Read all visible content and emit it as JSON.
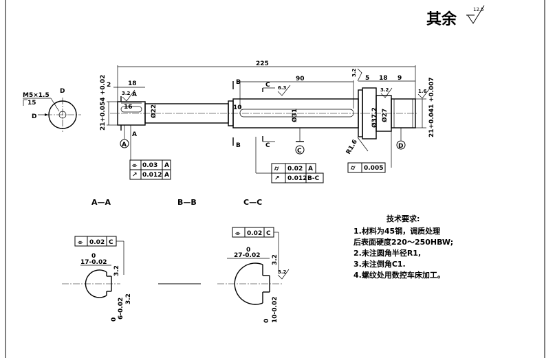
{
  "surface_finish": {
    "label": "其余",
    "value": "12.5"
  },
  "thread": {
    "spec": "M5×1.5",
    "depth": "15",
    "view_label": "D"
  },
  "dims": {
    "total_length": "225",
    "d2": "2",
    "d18": "18",
    "d16": "16",
    "d22": "Ø22",
    "d90": "90",
    "d10": "10",
    "d31": "Ø31",
    "d5": "5",
    "d18b": "18",
    "d9": "9",
    "d37": "Ø37.2",
    "d27": "Ø27",
    "r16": "R1.6",
    "d21_left": "21+0.054 +0.02",
    "d21_right": "21+0.041 +0.007",
    "rough_16": "1.6",
    "rough_32": "3.2",
    "rough_63": "6.3"
  },
  "datums": {
    "a": "A",
    "c": "C",
    "d": "D",
    "b": "B"
  },
  "gdt": {
    "left": [
      {
        "sym": "⌯",
        "val": "0.03",
        "ref": "A"
      },
      {
        "sym": "↗",
        "val": "0.012",
        "ref": "A"
      }
    ],
    "mid": [
      {
        "sym": "⌭",
        "val": "0.02",
        "ref": "A"
      },
      {
        "sym": "↗",
        "val": "0.012",
        "ref": "B-C"
      }
    ],
    "right": [
      {
        "sym": "⌭",
        "val": "0.005"
      }
    ]
  },
  "sections": {
    "a_title": "A—A",
    "b_title": "B—B",
    "c_title": "C—C",
    "a_gdt": {
      "sym": "⌯",
      "val": "0.02",
      "ref": "C"
    },
    "c_gdt": {
      "sym": "⌯",
      "val": "0.02",
      "ref": "C"
    },
    "a_top": "0",
    "a_top2": "17-0.02",
    "a_bot": "0",
    "a_bot2": "6-0.02",
    "c_top": "0",
    "c_top2": "27-0.02",
    "c_bot": "0",
    "c_bot2": "10-0.02"
  },
  "tech_requirements": {
    "title": "技术要求:",
    "items": [
      "1.材料为45钢，调质处理",
      "后表面硬度220～250HBW;",
      "2.未注圆角半径R1,",
      "3.未注倒角C1.",
      "4.螺纹处用数控车床加工。"
    ]
  }
}
